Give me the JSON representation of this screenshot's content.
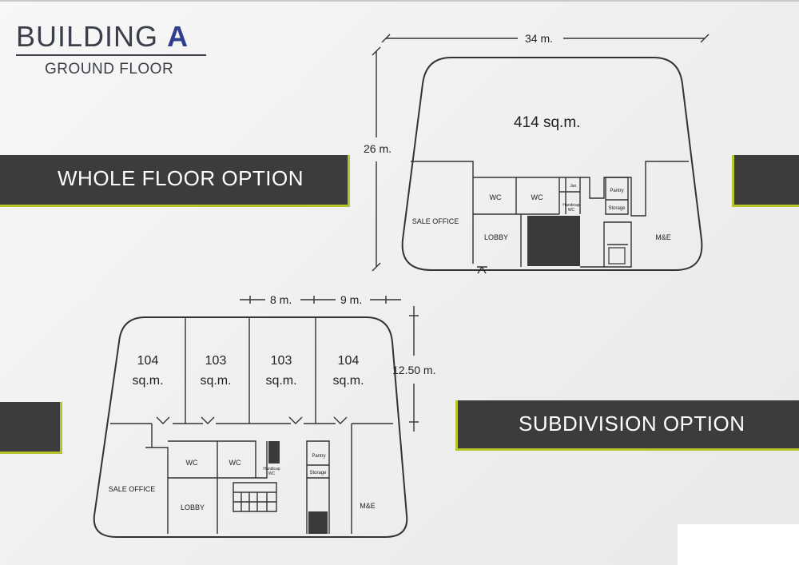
{
  "header": {
    "title_word": "BUILDING",
    "title_letter": "A",
    "subtitle": "GROUND FLOOR"
  },
  "bands": {
    "whole_floor": "WHOLE FLOOR OPTION",
    "subdivision": "SUBDIVISION OPTION"
  },
  "whole_plan": {
    "dim_width": "34 m.",
    "dim_height": "26 m.",
    "area": "414 sq.m.",
    "rooms": {
      "sale_office": "SALE OFFICE",
      "lobby": "LOBBY",
      "wc1": "WC",
      "wc2": "WC",
      "jan": "Jan.",
      "handicap_wc_1": "Handicap",
      "handicap_wc_2": "WC",
      "pantry": "Pantry",
      "storage": "Storage",
      "me": "M&E"
    }
  },
  "sub_plan": {
    "dim_a": "8 m.",
    "dim_b": "9 m.",
    "dim_height": "12.50 m.",
    "units": [
      {
        "number": "104",
        "unit": "sq.m."
      },
      {
        "number": "103",
        "unit": "sq.m."
      },
      {
        "number": "103",
        "unit": "sq.m."
      },
      {
        "number": "104",
        "unit": "sq.m."
      }
    ],
    "rooms": {
      "sale_office": "SALE OFFICE",
      "lobby": "LOBBY",
      "wc1": "WC",
      "wc2": "WC",
      "handicap_wc_1": "Handicap",
      "handicap_wc_2": "WC",
      "pantry": "Pantry",
      "storage": "Storage",
      "me": "M&E"
    }
  }
}
